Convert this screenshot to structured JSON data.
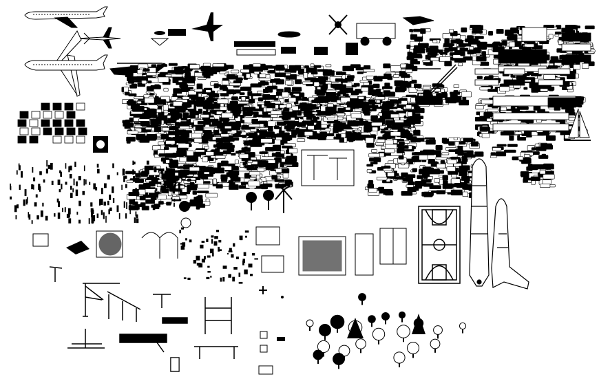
{
  "title": "",
  "theme": {
    "background": "#ffffff",
    "ink": "#000000"
  },
  "blocks": [
    "airliner-top",
    "airliner-side-small",
    "jet-fighter",
    "helicopter",
    "mining-truck",
    "aircraft-plan",
    "airliner-bottom",
    "military-helicopter",
    "car-library",
    "road-sign-grid",
    "wheelchair-sign",
    "people-figures",
    "trees-and-palms",
    "basketball-court",
    "space-shuttle",
    "tower-crane",
    "bus-library",
    "sailboat",
    "gantry-structures",
    "plan-drawings",
    "tree-symbols"
  ]
}
